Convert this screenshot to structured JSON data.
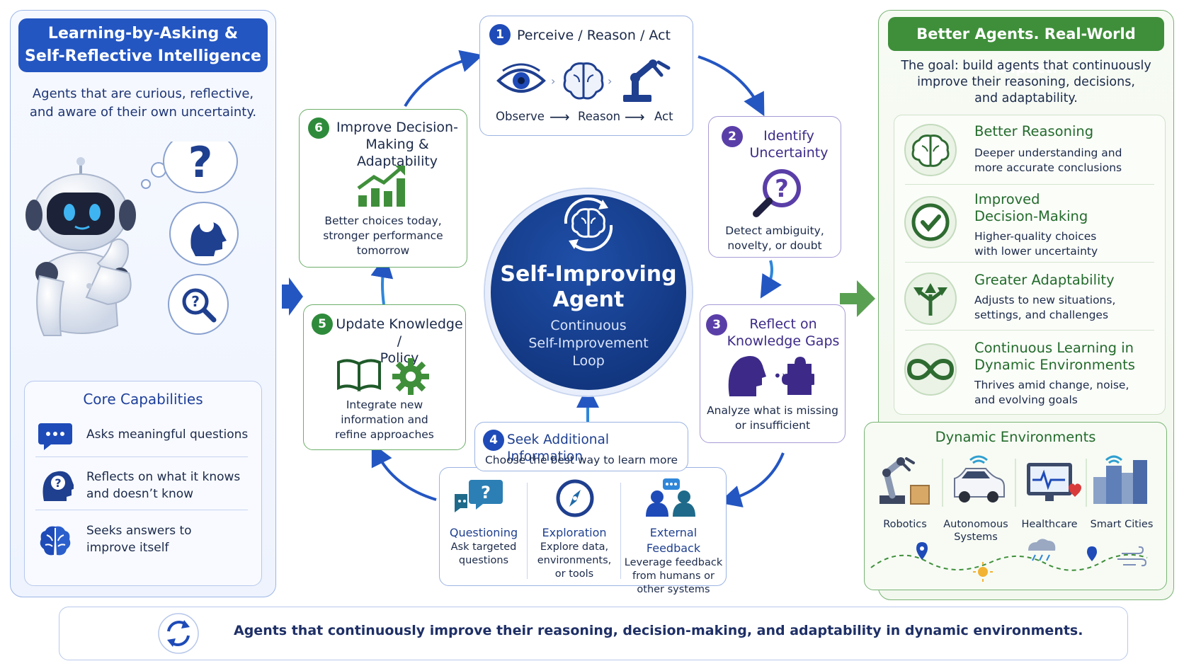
{
  "left": {
    "title_line1": "Learning-by-Asking &",
    "title_line2": "Self-Reflective Intelligence",
    "subtitle_line1": "Agents that are curious, reflective,",
    "subtitle_line2": "and aware of their own uncertainty.",
    "core_title": "Core Capabilities",
    "capabilities": [
      {
        "line1": "Asks meaningful questions",
        "line2": ""
      },
      {
        "line1": "Reflects on what it knows",
        "line2": "and doesn’t know"
      },
      {
        "line1": "Seeks answers to",
        "line2": "improve itself"
      }
    ]
  },
  "steps": {
    "s1": {
      "num": "1",
      "title": "Perceive / Reason / Act",
      "observe": "Observe",
      "reason": "Reason",
      "act": "Act"
    },
    "s2": {
      "num": "2",
      "title_line1": "Identify",
      "title_line2": "Uncertainty",
      "desc_line1": "Detect ambiguity,",
      "desc_line2": "novelty, or doubt"
    },
    "s3": {
      "num": "3",
      "title_line1": "Reflect on",
      "title_line2": "Knowledge Gaps",
      "desc_line1": "Analyze what is missing",
      "desc_line2": "or insufficient"
    },
    "s4": {
      "num": "4",
      "title": "Seek Additional Information",
      "subtitle": "Choose the best way to learn more",
      "options": [
        {
          "title": "Questioning",
          "line1": "Ask targeted",
          "line2": "questions",
          "line3": ""
        },
        {
          "title": "Exploration",
          "line1": "Explore data,",
          "line2": "environments,",
          "line3": "or tools"
        },
        {
          "title": "External Feedback",
          "line1": "Leverage feedback",
          "line2": "from humans or",
          "line3": "other systems"
        }
      ]
    },
    "s5": {
      "num": "5",
      "title_line1": "Update Knowledge /",
      "title_line2": "Policy",
      "desc_line1": "Integrate new",
      "desc_line2": "information and",
      "desc_line3": "refine approaches"
    },
    "s6": {
      "num": "6",
      "title_line1": "Improve Decision-",
      "title_line2": "Making & Adaptability",
      "desc_line1": "Better choices today,",
      "desc_line2": "stronger performance",
      "desc_line3": "tomorrow"
    }
  },
  "center": {
    "title_line1": "Self-Improving",
    "title_line2": "Agent",
    "sub_line1": "Continuous",
    "sub_line2": "Self-Improvement",
    "sub_line3": "Loop"
  },
  "right": {
    "title": "Better Agents. Real-World Impact.",
    "goal_line1": "The goal: build agents that continuously",
    "goal_line2": "improve their reasoning, decisions,",
    "goal_line3": "and adaptability.",
    "benefits": [
      {
        "title_line1": "Better Reasoning",
        "title_line2": "",
        "desc_line1": "Deeper understanding and",
        "desc_line2": "more accurate conclusions"
      },
      {
        "title_line1": "Improved",
        "title_line2": "Decision-Making",
        "desc_line1": "Higher-quality choices",
        "desc_line2": "with lower uncertainty"
      },
      {
        "title_line1": "Greater Adaptability",
        "title_line2": "",
        "desc_line1": "Adjusts to new situations,",
        "desc_line2": "settings, and challenges"
      },
      {
        "title_line1": "Continuous Learning in",
        "title_line2": "Dynamic Environments",
        "desc_line1": "Thrives amid change, noise,",
        "desc_line2": "and evolving goals"
      }
    ],
    "dyn_title": "Dynamic Environments",
    "environments": [
      {
        "line1": "Robotics",
        "line2": ""
      },
      {
        "line1": "Autonomous",
        "line2": "Systems"
      },
      {
        "line1": "Healthcare",
        "line2": ""
      },
      {
        "line1": "Smart Cities",
        "line2": ""
      }
    ]
  },
  "banner": {
    "text": "Agents that continuously improve their reasoning, decision-making, and adaptability in dynamic environments."
  },
  "colors": {
    "primary_blue": "#2456c2",
    "navy": "#0e2e72",
    "green": "#3f8f3a",
    "purple": "#5a3ea8"
  }
}
